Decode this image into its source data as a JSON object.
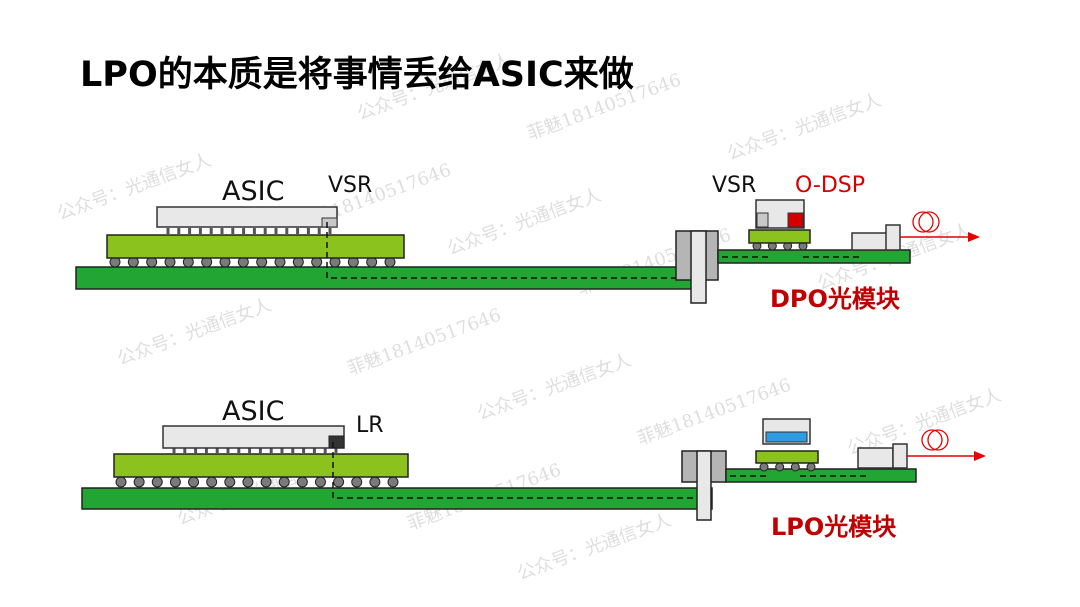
{
  "title": "LPO的本质是将事情丢给ASIC来做",
  "top_diagram": {
    "asic_label": "ASIC",
    "host_serdes_label": "VSR",
    "module_serdes_label": "VSR",
    "dsp_label": "O-DSP",
    "module_label": "DPO光模块"
  },
  "bottom_diagram": {
    "asic_label": "ASIC",
    "host_serdes_label": "LR",
    "module_label": "LPO光模块"
  },
  "watermarks": {
    "account": "公众号：光通信女人",
    "phone": "菲魅18140517646"
  },
  "colors": {
    "pcb": "#22a532",
    "substrate": "#8cc21e",
    "chip": "#e8e8e8",
    "dsp": "#d40000",
    "linear_driver": "#2f9be0",
    "fiber": "#e60000",
    "module_label": "#c00000"
  }
}
